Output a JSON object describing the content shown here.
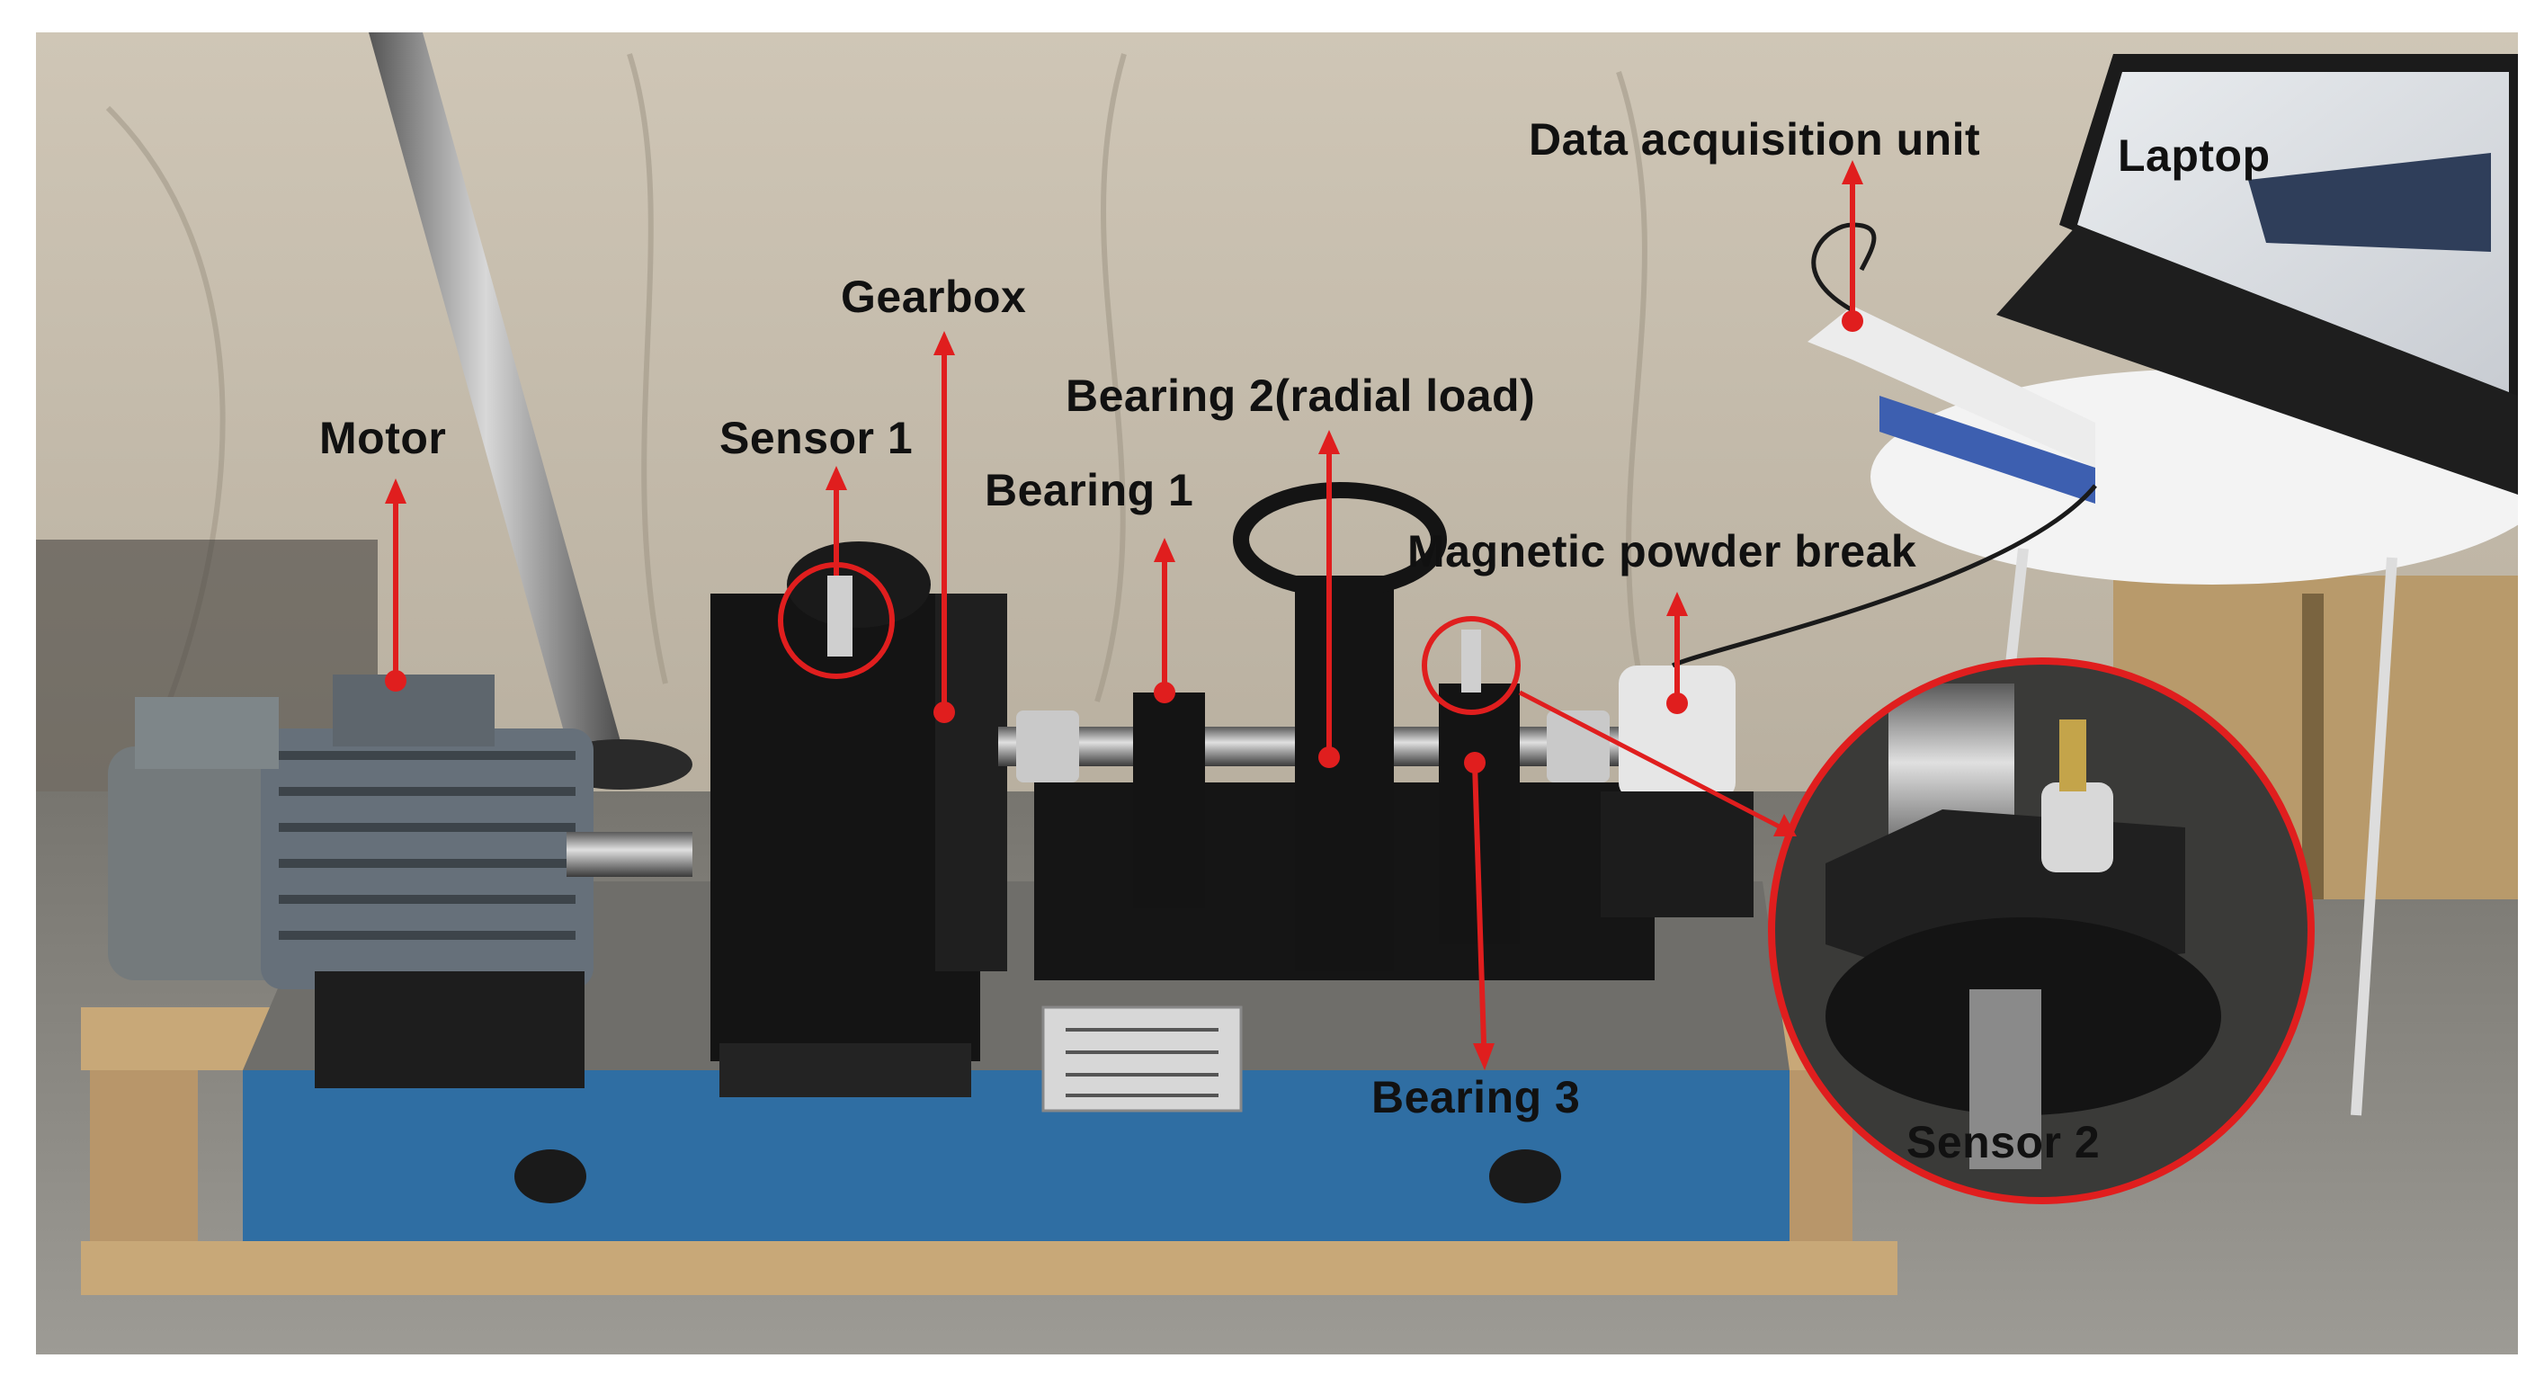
{
  "labels": {
    "motor": "Motor",
    "sensor1": "Sensor 1",
    "gearbox": "Gearbox",
    "bearing1": "Bearing 1",
    "bearing2": "Bearing 2(radial load)",
    "magnetic_powder_break": "Magnetic powder break",
    "data_acquisition_unit": "Data acquisition unit",
    "laptop": "Laptop",
    "bearing3": "Bearing 3",
    "sensor2": "Sensor 2"
  },
  "colors": {
    "annotation": "#e01e1e",
    "base_blue": "#2f6ea3",
    "tarp": "#c9bfaf",
    "floor": "#8c8a84",
    "machine_black": "#1b1b1b",
    "label_text": "#111111"
  }
}
